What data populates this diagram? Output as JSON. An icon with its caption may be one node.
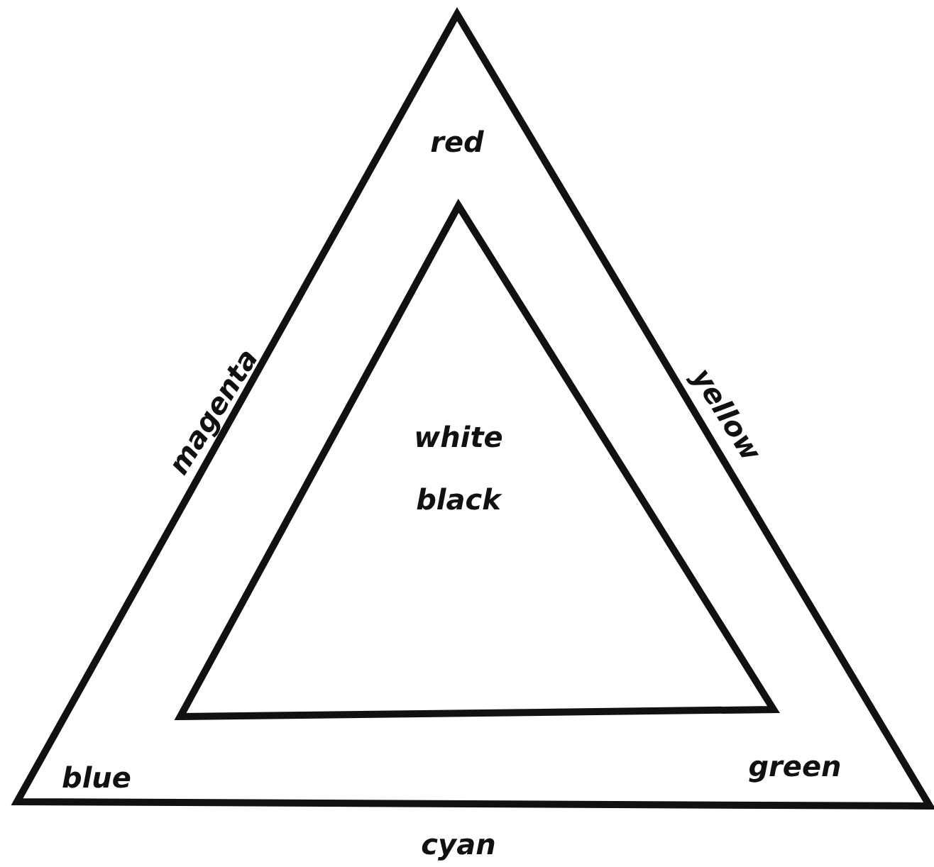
{
  "diagram": {
    "nodes": [
      {
        "text": [
          "red",
          "blue",
          "green"
        ],
        "beside": [
          "magenta",
          "yellow",
          "cyan"
        ]
      },
      {
        "text": [
          "white",
          "black"
        ],
        "in": 0
      }
    ]
  }
}
